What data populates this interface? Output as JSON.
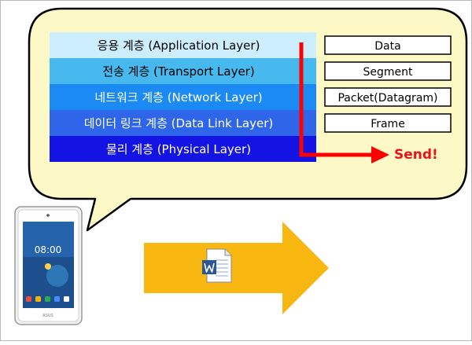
{
  "layers": [
    {
      "name": "응용 계층 (Application Layer)",
      "color": "#cdeefe",
      "text_color": "#000000",
      "pdu": "Data"
    },
    {
      "name": "전송 계층 (Transport Layer)",
      "color": "#48b9ee",
      "text_color": "#000000",
      "pdu": "Segment"
    },
    {
      "name": "네트워크 계층 (Network Layer)",
      "color": "#1b8af4",
      "text_color": "#ffffff",
      "pdu": "Packet(Datagram)"
    },
    {
      "name": "데이터 링크 계층 (Data Link Layer)",
      "color": "#2f65e9",
      "text_color": "#ffffff",
      "pdu": "Frame"
    },
    {
      "name": "물리 계층 (Physical Layer)",
      "color": "#1313e4",
      "text_color": "#ffffff",
      "pdu": ""
    }
  ],
  "send_label": "Send!",
  "colors": {
    "bubble_fill": "#fdf9c6",
    "bubble_stroke": "#000000",
    "send_arrow": "#ff0000",
    "transfer_arrow": "#f9b811",
    "word_icon_blue": "#2b5797"
  },
  "tablet": {
    "clock": "08:00",
    "brand": "ASUS"
  },
  "icons": {
    "tablet": "android-tablet-icon",
    "document": "word-document-icon"
  }
}
